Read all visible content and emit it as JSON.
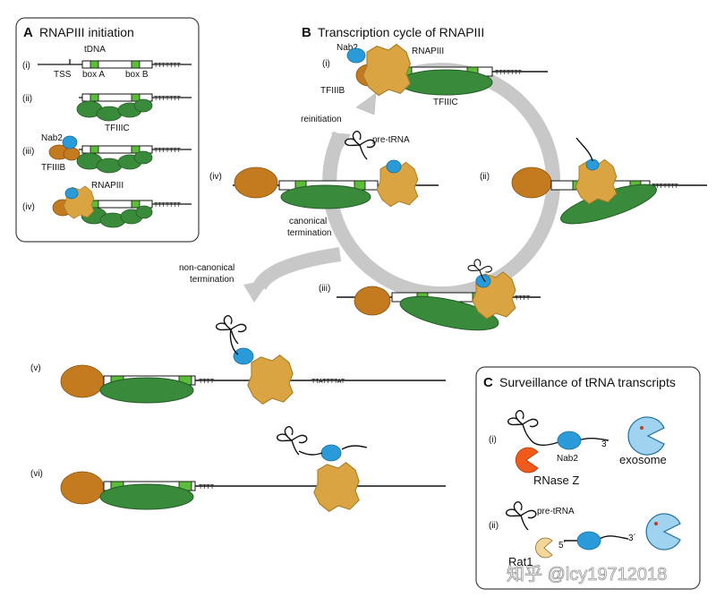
{
  "colors": {
    "tfiiic_green": "#3a8a3c",
    "tfiiib_brown": "#c47a1e",
    "rnapiii_tan": "#d9a441",
    "nab2_blue": "#2a9bd8",
    "box_green": "#5bbd3a",
    "arrow_gray": "#c8c8c8",
    "rnasez_orange": "#f05a1a",
    "rat1_beige": "#f3d79a",
    "exosome_blue": "#9fd3ef"
  },
  "panel_a": {
    "letter": "A",
    "title": "RNAPIII initiation",
    "steps": [
      "(i)",
      "(ii)",
      "(iii)",
      "(iv)"
    ],
    "labels": {
      "tdna": "tDNA",
      "tss": "TSS",
      "box_a": "box A",
      "box_b": "box B",
      "tfiiic": "TFIIIC",
      "nab2": "Nab2",
      "tfiiib": "TFIIIB",
      "rnapiii": "RNAPIII"
    },
    "terminator": "TTTTTTT"
  },
  "panel_b": {
    "letter": "B",
    "title": "Transcription cycle of RNAPIII",
    "steps": [
      "(i)",
      "(ii)",
      "(iii)",
      "(iv)",
      "(v)",
      "(vi)"
    ],
    "labels": {
      "nab2": "Nab2",
      "rnapiii": "RNAPIII",
      "tfiiib": "TFIIIB",
      "tfiiic": "TFIIIC",
      "reinitiation": "reinitiation",
      "pre_trna": "pre-tRNA",
      "canonical_termination_1": "canonical",
      "canonical_termination_2": "termination",
      "non_canonical_termination_1": "non-canonical",
      "non_canonical_termination_2": "termination"
    },
    "terminator_long": "TTTTTTT",
    "terminator_short": "TTTT",
    "readthrough_terminator": "TTATTTTAT"
  },
  "panel_c": {
    "letter": "C",
    "title": "Surveillance of tRNA transcripts",
    "steps": [
      "(i)",
      "(ii)"
    ],
    "labels": {
      "three_prime": "3´",
      "five_prime": "5´",
      "nab2": "Nab2",
      "exosome": "exosome",
      "rnase_z": "RNase Z",
      "pre_trna": "pre-tRNA",
      "rat1": "Rat1"
    }
  },
  "watermark": "知乎 @lcy19712018"
}
